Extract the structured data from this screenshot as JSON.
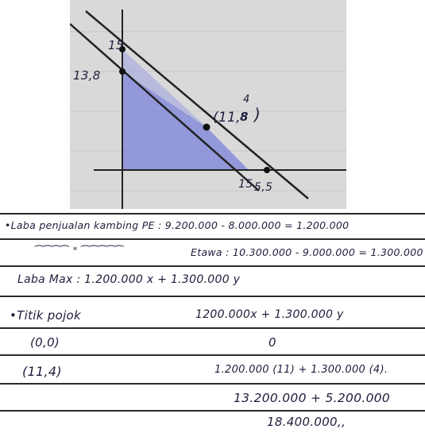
{
  "graph": {
    "label_15": "15",
    "label_13_8": "13,8",
    "label_point": "(11,",
    "label_point_y": "4",
    "label_point_y_over": "8",
    "label_end": "15",
    "label_end_b": "5,5"
  },
  "notes": {
    "line1": "•Laba penjualan kambing PE : 9.200.000 - 8.000.000 = 1.200.000",
    "line2_ditto": "\"",
    "line2": "Etawa : 10.300.000 - 9.000.000 = 1.300.000",
    "line3": "Laba Max : 1.200.000 x + 1.300.000 y",
    "line4_label": "•Titik pojok",
    "line4_formula": "1200.000x + 1.300.000 y",
    "line5_point": "(0,0)",
    "line5_value": "0",
    "line6_point": "(11,4)",
    "line6_calc": "1.200.000 (11) + 1.300.000 (4).",
    "line7": "13.200.000 + 5.200.000",
    "line8": "18.400.000,,"
  }
}
